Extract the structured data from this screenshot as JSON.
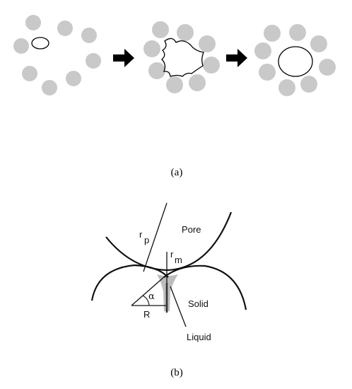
{
  "panel_a": {
    "caption": "(a)",
    "stages": [
      "initial-small-pore",
      "irregular-pore-growth",
      "rounded-large-pore"
    ]
  },
  "panel_b": {
    "caption": "(b)",
    "labels": {
      "rp": "r",
      "rp_sub": "p",
      "pore": "Pore",
      "rm": "r",
      "rm_sub": "m",
      "alpha": "α",
      "solid": "Solid",
      "R": "R",
      "liquid": "Liquid"
    }
  },
  "colors": {
    "particle": "#c9c9c9",
    "pore_fill": "#ffffff",
    "arrow": "#000000",
    "liquid": "#bdbdbd",
    "line": "#111111"
  }
}
